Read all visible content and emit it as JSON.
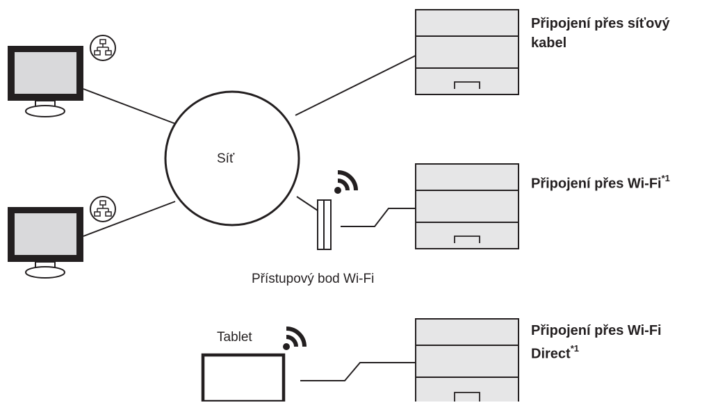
{
  "network_label": "Síť",
  "access_point_label": "Přístupový bod Wi-Fi",
  "tablet_label": "Tablet",
  "connections": {
    "cable": {
      "line1": "Připojení přes síťový",
      "line2": "kabel"
    },
    "wifi": {
      "text": "Připojení přes Wi-Fi",
      "footnote": "*1"
    },
    "wifi_direct": {
      "line1": "Připojení přes Wi-Fi",
      "line2": "Direct",
      "footnote": "*1"
    }
  },
  "icons": [
    "computer-icon",
    "network-port-icon",
    "printer-icon",
    "wifi-signal-icon",
    "access-point-icon",
    "tablet-icon"
  ]
}
